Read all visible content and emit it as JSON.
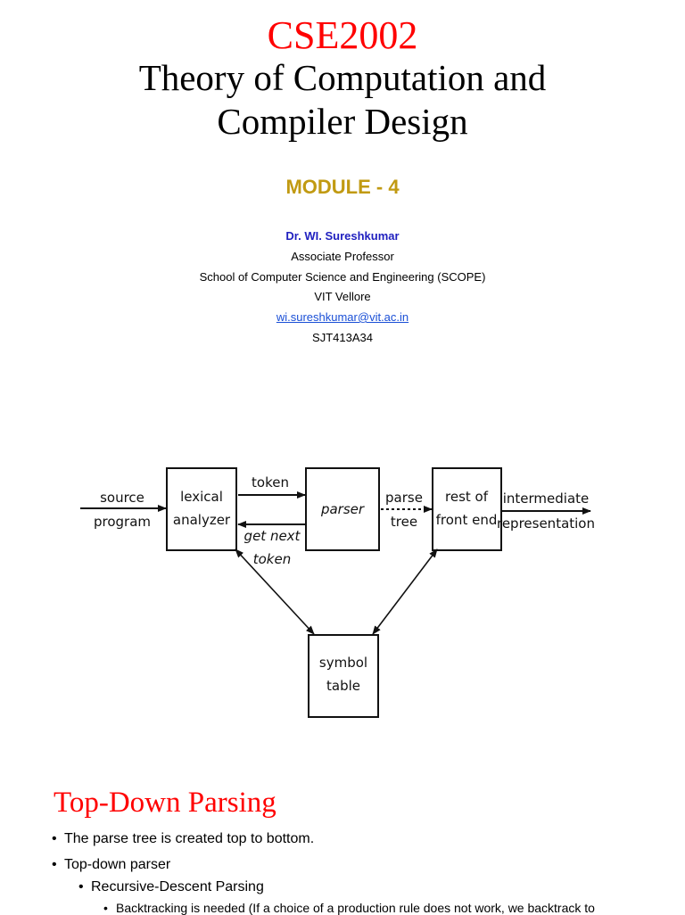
{
  "title_slide": {
    "course_code": "CSE2002",
    "course_title_line1": "Theory of Computation and",
    "course_title_line2": "Compiler Design",
    "module": "MODULE - 4",
    "author": "Dr. WI. Sureshkumar",
    "designation": "Associate Professor",
    "school": "School of Computer Science and Engineering (SCOPE)",
    "institution": "VIT Vellore",
    "email": "wi.sureshkumar@vit.ac.in",
    "room": "SJT413A34"
  },
  "diagram": {
    "input_label_1": "source",
    "input_label_2": "program",
    "lexical_1": "lexical",
    "lexical_2": "analyzer",
    "token": "token",
    "parser": "parser",
    "get_next_1": "get next",
    "get_next_2": "token",
    "parse_1": "parse",
    "parse_2": "tree",
    "rest_1": "rest of",
    "rest_2": "front end",
    "output_1": "intermediate",
    "output_2": "representation",
    "symbol_1": "symbol",
    "symbol_2": "table"
  },
  "topdown_slide": {
    "title": "Top-Down Parsing",
    "bullets": [
      "The parse tree is created top to bottom.",
      "Top-down parser"
    ],
    "sub_bullet": "Recursive-Descent Parsing",
    "sub_sub_bullet": "Backtracking is needed (If a choice of a production rule does not work, we backtrack to"
  }
}
